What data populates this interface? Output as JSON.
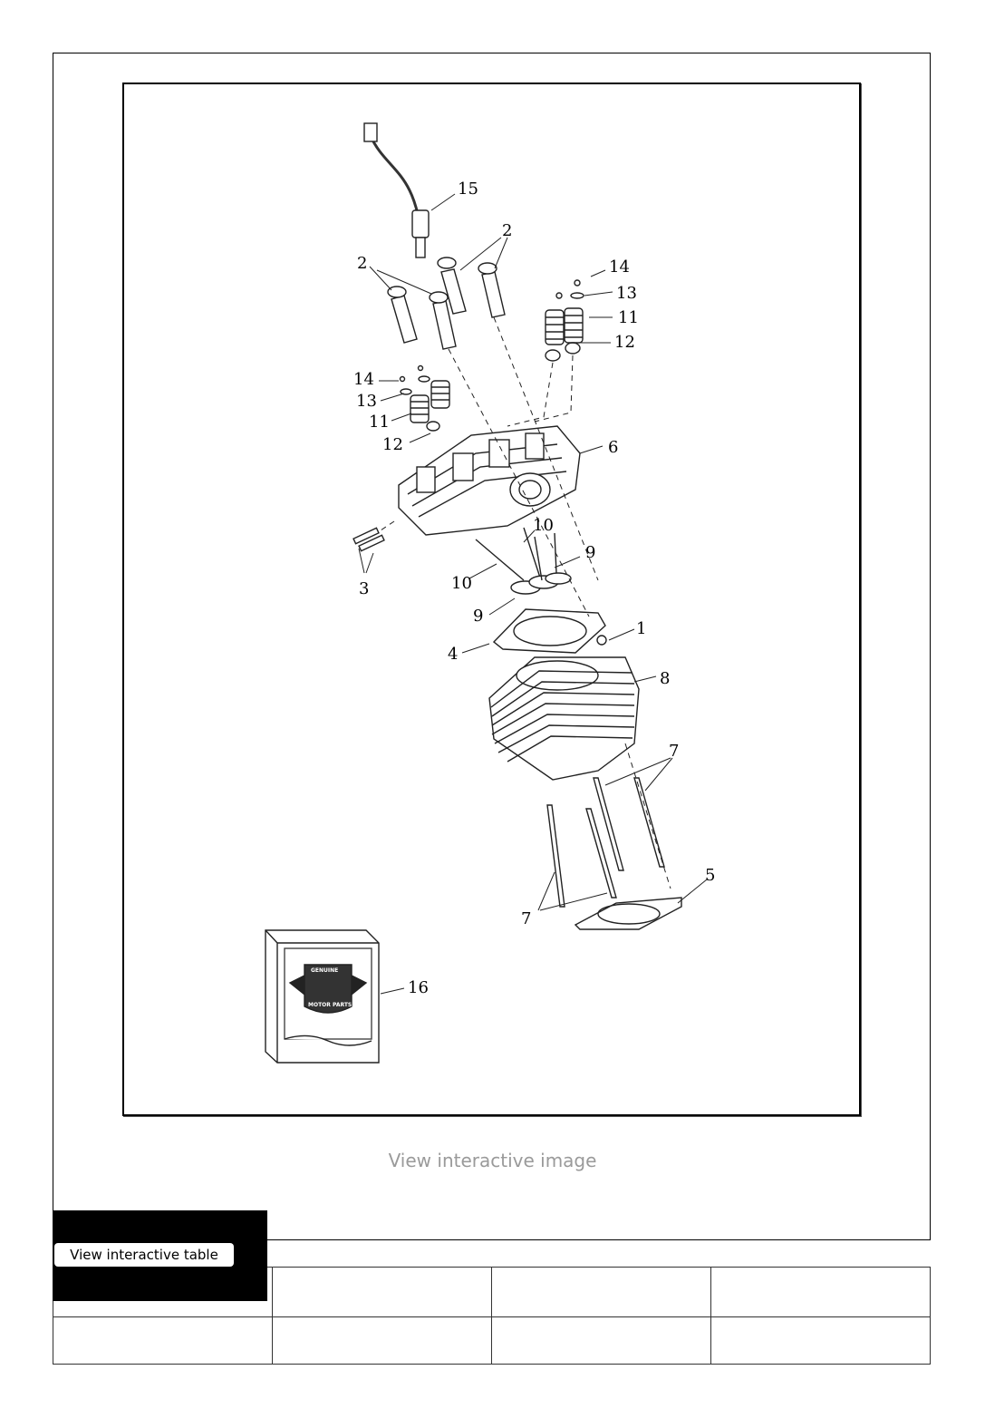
{
  "diagram": {
    "callouts": [
      {
        "id": "c15",
        "label": "15"
      },
      {
        "id": "c2a",
        "label": "2"
      },
      {
        "id": "c2b",
        "label": "2"
      },
      {
        "id": "c14a",
        "label": "14"
      },
      {
        "id": "c13a",
        "label": "13"
      },
      {
        "id": "c11a",
        "label": "11"
      },
      {
        "id": "c12a",
        "label": "12"
      },
      {
        "id": "c14b",
        "label": "14"
      },
      {
        "id": "c13b",
        "label": "13"
      },
      {
        "id": "c11b",
        "label": "11"
      },
      {
        "id": "c12b",
        "label": "12"
      },
      {
        "id": "c6",
        "label": "6"
      },
      {
        "id": "c10a",
        "label": "10"
      },
      {
        "id": "c9a",
        "label": "9"
      },
      {
        "id": "c10b",
        "label": "10"
      },
      {
        "id": "c3",
        "label": "3"
      },
      {
        "id": "c9b",
        "label": "9"
      },
      {
        "id": "c1",
        "label": "1"
      },
      {
        "id": "c4",
        "label": "4"
      },
      {
        "id": "c8",
        "label": "8"
      },
      {
        "id": "c7a",
        "label": "7"
      },
      {
        "id": "c5",
        "label": "5"
      },
      {
        "id": "c7b",
        "label": "7"
      },
      {
        "id": "c16",
        "label": "16"
      }
    ],
    "logo": {
      "top_text": "GENUINE",
      "bottom_text": "MOTOR PARTS"
    }
  },
  "links": {
    "view_image": "View interactive image",
    "view_table": "View interactive table"
  },
  "table": {
    "rows": [
      [
        "",
        "",
        "",
        ""
      ],
      [
        "",
        "",
        "",
        ""
      ]
    ]
  }
}
